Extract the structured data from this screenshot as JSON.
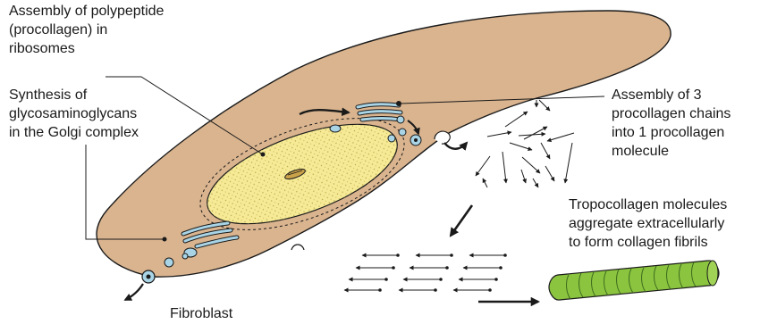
{
  "diagram": {
    "labels": {
      "ribosomes": "Assembly of polypeptide\n(procollagen) in\nribosomes",
      "golgi": "Synthesis of\nglycosaminoglycans\nin the Golgi complex",
      "chains": "Assembly of 3\nprocollagen chains\ninto 1 procollagen\nmolecule",
      "tropocollagen": "Tropocollagen molecules\naggregate extracellularly\nto form collagen fibrils",
      "fibroblast": "Fibroblast"
    },
    "colors": {
      "cytoplasm": "#d9b48f",
      "nucleus": "#f6ea96",
      "organelle": "#a8d4e6",
      "fibril": "#8bc53f",
      "outline": "#1a1a1a"
    }
  }
}
